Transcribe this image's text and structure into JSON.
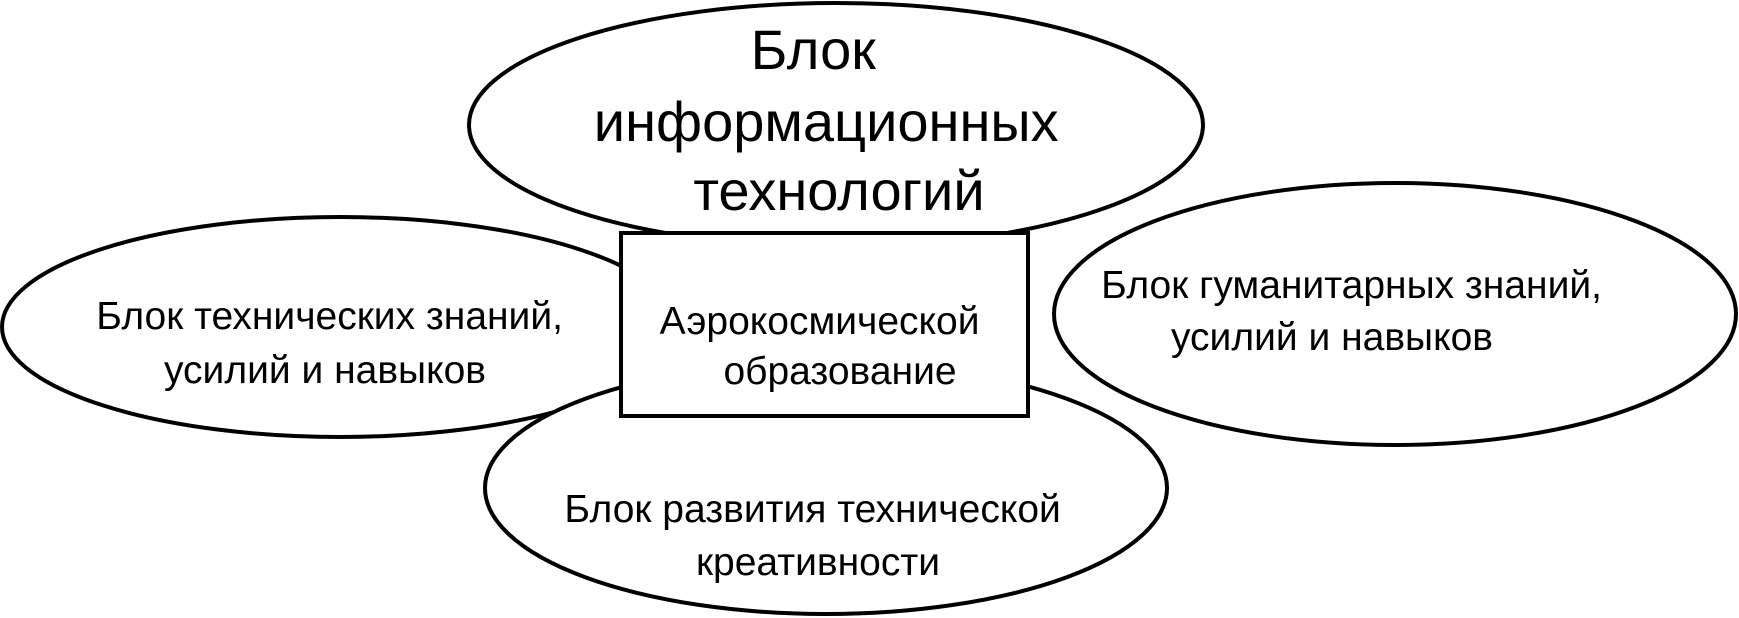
{
  "diagram": {
    "blocks": {
      "it": {
        "line1": "Блок",
        "line2": "информационных",
        "line3": "технологий"
      },
      "technical": {
        "line1": "Блок технических знаний,",
        "line2": "усилий и навыков"
      },
      "humanitarian": {
        "line1": "Блок гуманитарных знаний,",
        "line2": "усилий и навыков"
      },
      "creativity": {
        "line1": "Блок развития технической",
        "line2": "креативности"
      }
    },
    "center": {
      "line1": "Аэрокосмической",
      "line2": "образование"
    }
  }
}
